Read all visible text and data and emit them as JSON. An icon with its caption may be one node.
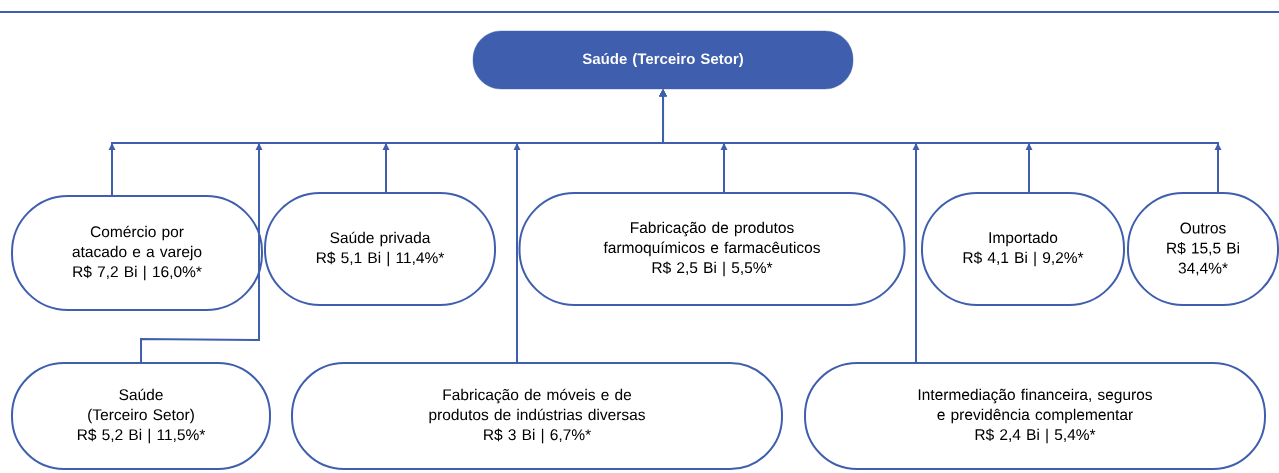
{
  "diagram": {
    "nodes": [
      {
        "text": [
          "Saúde (Terceiro Setor)"
        ]
      },
      {
        "text": [
          "Comércio por atacado e a varejo",
          "R$ 7,2 Bi | 16,0%*"
        ]
      },
      {
        "text": [
          "Saúde privada",
          "R$ 5,1 Bi | 11,4%*"
        ]
      },
      {
        "text": [
          "Fabricação de produtos farmoquímicos e farmacêuticos",
          "R$ 2,5 Bi | 5,5%*"
        ]
      },
      {
        "text": [
          "Importado",
          "R$ 4,1 Bi | 9,2%*"
        ]
      },
      {
        "text": [
          "Outros",
          "R$ 15,5 Bi",
          "34,4%*"
        ]
      },
      {
        "text": [
          "Saúde (Terceiro Setor)",
          "R$ 5,2 Bi | 11,5%*"
        ]
      },
      {
        "text": [
          "Fabricação de móveis e de produtos de indústrias diversas",
          "R$ 3 Bi | 6,7%*"
        ]
      },
      {
        "text": [
          "Intermediação financeira, seguros e previdência complementar",
          "R$ 2,4 Bi | 5,4%*"
        ]
      }
    ],
    "edges": [
      {
        "from": 1,
        "to": 0,
        "arrow": "to"
      },
      {
        "from": 6,
        "to": 0,
        "arrow": "to"
      },
      {
        "from": 2,
        "to": 0,
        "arrow": "to"
      },
      {
        "from": 7,
        "to": 0,
        "arrow": "to"
      },
      {
        "from": 3,
        "to": 0,
        "arrow": "to"
      },
      {
        "from": 8,
        "to": 0,
        "arrow": "to"
      },
      {
        "from": 4,
        "to": 0,
        "arrow": "to"
      },
      {
        "from": 5,
        "to": 0,
        "arrow": "to"
      }
    ]
  }
}
